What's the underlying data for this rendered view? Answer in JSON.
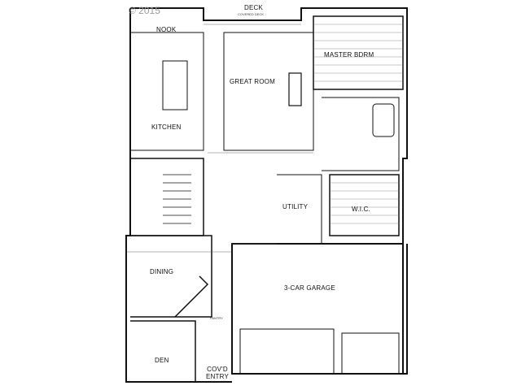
{
  "copyright": "© 2015",
  "rooms": {
    "deck": "DECK",
    "covered_deck": "COVERED DECK",
    "nook": "NOOK",
    "master_bdrm": "MASTER BDRM",
    "great_room": "GREAT ROOM",
    "kitchen": "KITCHEN",
    "utility": "UTILITY",
    "wic": "W.I.C.",
    "dining": "DINING",
    "garage": "3-CAR GARAGE",
    "pantry": "PANTRY",
    "den": "DEN",
    "covd_entry": "COV'D ENTRY"
  },
  "style": {
    "line_color": "#111111",
    "hatch_color": "#555555",
    "background": "#ffffff"
  }
}
